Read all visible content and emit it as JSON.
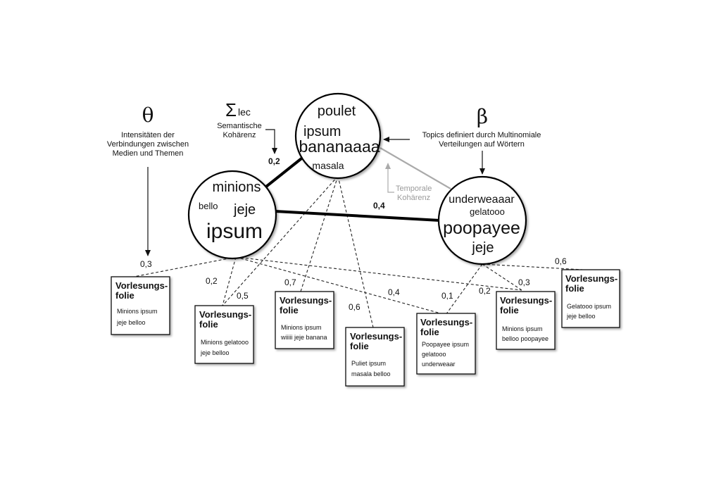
{
  "annotations": {
    "theta": {
      "symbol": "θ",
      "lines": [
        "Intensitäten der",
        "Verbindungen zwischen",
        "Medien und Themen"
      ]
    },
    "sigma": {
      "symbol": "Σ",
      "subscript": "lec",
      "lines": [
        "Semantische",
        "Kohärenz"
      ]
    },
    "beta": {
      "symbol": "β",
      "lines": [
        "Topics definiert durch Multinomiale",
        "Verteilungen auf Wörtern"
      ]
    },
    "temporal": {
      "lines": [
        "Temporale",
        "Kohärenz"
      ]
    }
  },
  "topics": [
    {
      "id": "topic-poulet",
      "words": [
        "poulet",
        "ipsum",
        "bananaaaa",
        "masala"
      ]
    },
    {
      "id": "topic-minions",
      "words": [
        "minions",
        "bello",
        "jeje",
        "ipsum"
      ]
    },
    {
      "id": "topic-underweaaar",
      "words": [
        "underweaaar",
        "gelatooo",
        "poopayee",
        "jeje"
      ]
    }
  ],
  "topic_links": [
    {
      "from": "topic-minions",
      "to": "topic-poulet",
      "weight": "0,2"
    },
    {
      "from": "topic-minions",
      "to": "topic-underweaaar",
      "weight": "0,4"
    }
  ],
  "slides": [
    {
      "title": [
        "Vorlesungs-",
        "folie"
      ],
      "body": [
        "Minions ipsum",
        "jeje belloo"
      ]
    },
    {
      "title": [
        "Vorlesungs-",
        "folie"
      ],
      "body": [
        "Minions gelatooo",
        "jeje belloo"
      ]
    },
    {
      "title": [
        "Vorlesungs-",
        "folie"
      ],
      "body": [
        "Minions ipsum",
        "wiiiii jeje banana"
      ]
    },
    {
      "title": [
        "Vorlesungs-",
        "folie"
      ],
      "body": [
        "Puliet ipsum",
        "masala belloo"
      ]
    },
    {
      "title": [
        "Vorlesungs-",
        "folie"
      ],
      "body": [
        "Poopayee ipsum",
        "gelatooo",
        "underweaar"
      ]
    },
    {
      "title": [
        "Vorlesungs-",
        "folie"
      ],
      "body": [
        "Minions ipsum",
        "belloo poopayee"
      ]
    },
    {
      "title": [
        "Vorlesungs-",
        "folie"
      ],
      "body": [
        "Gelatooo ipsum",
        "jeje belloo"
      ]
    }
  ],
  "edge_labels": [
    "0,3",
    "0,2",
    "0,5",
    "0,7",
    "0,6",
    "0,4",
    "0,1",
    "0,2",
    "0,3",
    "0,6"
  ]
}
